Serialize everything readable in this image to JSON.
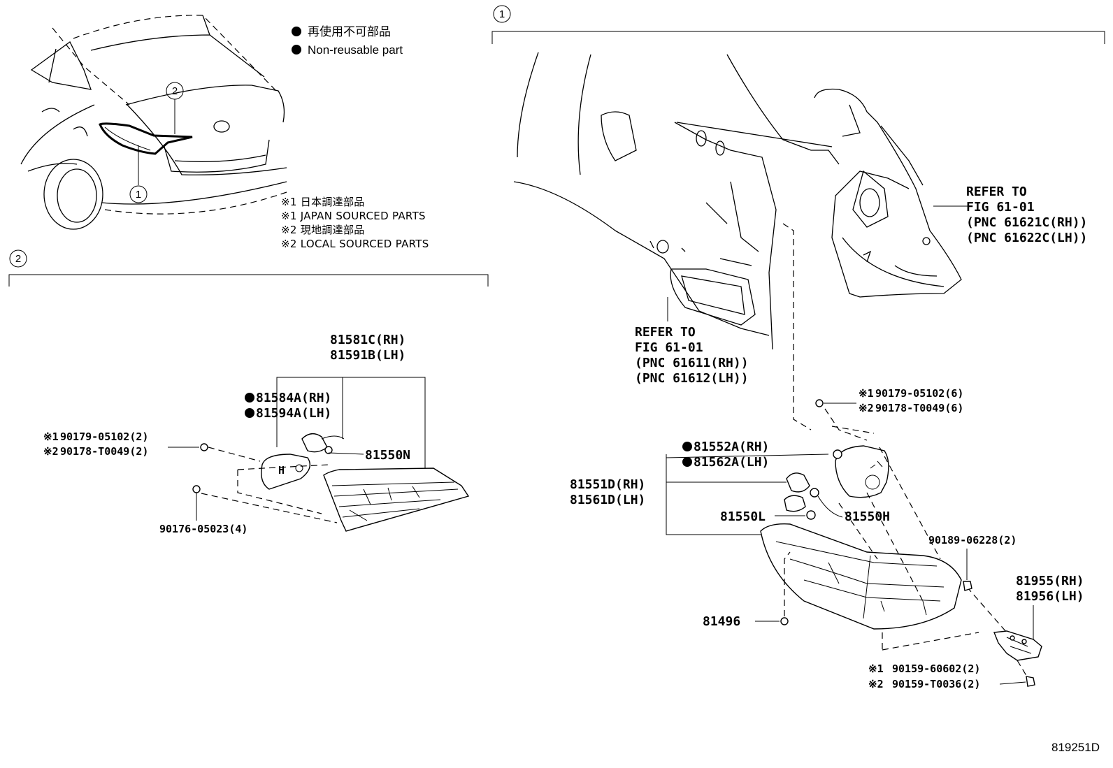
{
  "legend": {
    "non_reusable_ja": "再使用不可部品",
    "non_reusable_en": "Non-reusable part"
  },
  "notes": {
    "n1_ja": "※1 日本調達部品",
    "n1_en": "※1 JAPAN SOURCED PARTS",
    "n2_ja": "※2 現地調達部品",
    "n2_en": "※2 LOCAL SOURCED PARTS"
  },
  "callouts": {
    "one": "1",
    "two": "2"
  },
  "refer_upper": {
    "line1": "REFER TO",
    "line2": "FIG 61-01",
    "line3": "(PNC 61621C(RH))",
    "line4": "(PNC 61622C(LH))"
  },
  "refer_lower": {
    "line1": "REFER TO",
    "line2": "FIG 61-01",
    "line3": "(PNC 61611(RH))",
    "line4": "(PNC 61612(LH))"
  },
  "section2": {
    "p81581": "81581C(RH)",
    "p81591": "81591B(LH)",
    "p81584": "81584A(RH)",
    "p81594": "81594A(LH)",
    "p81550n": "81550N",
    "screw_a1": "90179-05102(2)",
    "screw_a2": "90178-T0049(2)",
    "mark1": "※1",
    "mark2": "※2",
    "p90176": "90176-05023(4)"
  },
  "section1": {
    "screw_b1": "90179-05102(6)",
    "screw_b2": "90178-T0049(6)",
    "mark1": "※1",
    "mark2": "※2",
    "p81552": "81552A(RH)",
    "p81562": "81562A(LH)",
    "p81551": "81551D(RH)",
    "p81561": "81561D(LH)",
    "p81550l": "81550L",
    "p81550h": "81550H",
    "p90189": "90189-06228(2)",
    "p81955": "81955(RH)",
    "p81956": "81956(LH)",
    "p81496": "81496",
    "bolt1": "90159-60602(2)",
    "bolt2": "90159-T0036(2)"
  },
  "figure_id": "819251D"
}
